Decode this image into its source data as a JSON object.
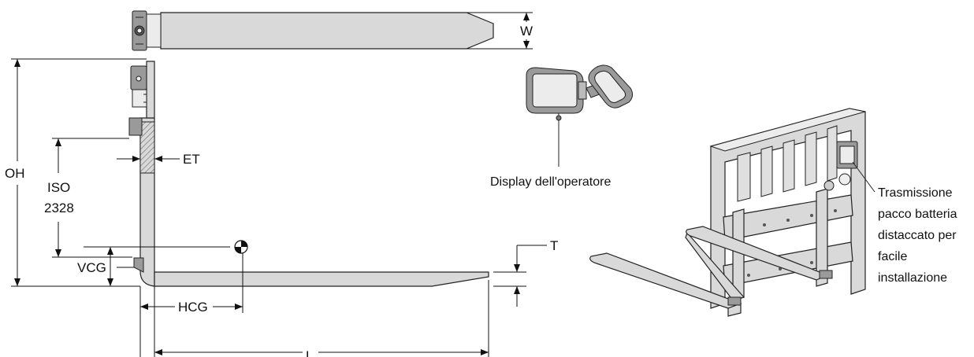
{
  "labels": {
    "w": "W",
    "oh": "OH",
    "et": "ET",
    "iso_line1": "ISO",
    "iso_line2": "2328",
    "vcg": "VCG",
    "hcg": "HCG",
    "t": "T",
    "l": "L",
    "display": "Display dell'operatore",
    "transmission": [
      "Trasmissione",
      "pacco batteria",
      "distaccato per",
      "facile",
      "installazione"
    ]
  },
  "colors": {
    "metal": "#d9d9d9",
    "outline": "#222222",
    "hatch": "#b0b0b0"
  }
}
